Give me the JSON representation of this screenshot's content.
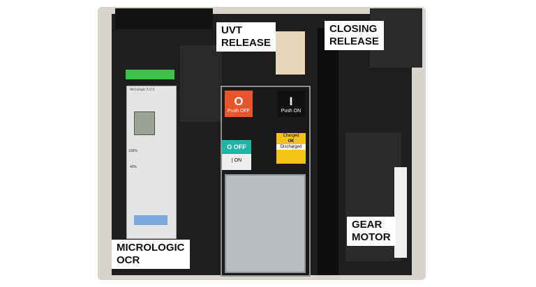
{
  "labels": {
    "uvt": "UVT\nRELEASE",
    "uvt_line1": "UVT",
    "uvt_line2": "RELEASE",
    "closing_line1": "CLOSING",
    "closing_line2": "RELEASE",
    "gear_line1": "GEAR",
    "gear_line2": "MOTOR",
    "micrologic_line1": "MICROLOGIC",
    "micrologic_line2": "OCR"
  },
  "panel": {
    "push_off": {
      "symbol": "O",
      "label": "Push OFF",
      "color": "#e8542c"
    },
    "push_on": {
      "symbol": "I",
      "label": "Push ON",
      "color": "#111111"
    },
    "off_indicator": {
      "symbol": "O OFF",
      "color": "#1fb5a5"
    },
    "on_indicator": {
      "symbol": "| ON"
    },
    "spring_status": {
      "charged": "Charged",
      "ok": "OK",
      "discharged": "Discharged",
      "color": "#f2c418"
    }
  },
  "trip_unit": {
    "name": "Micrologic 5.0 X",
    "pct_100": "100%",
    "pct_40": "40%"
  }
}
